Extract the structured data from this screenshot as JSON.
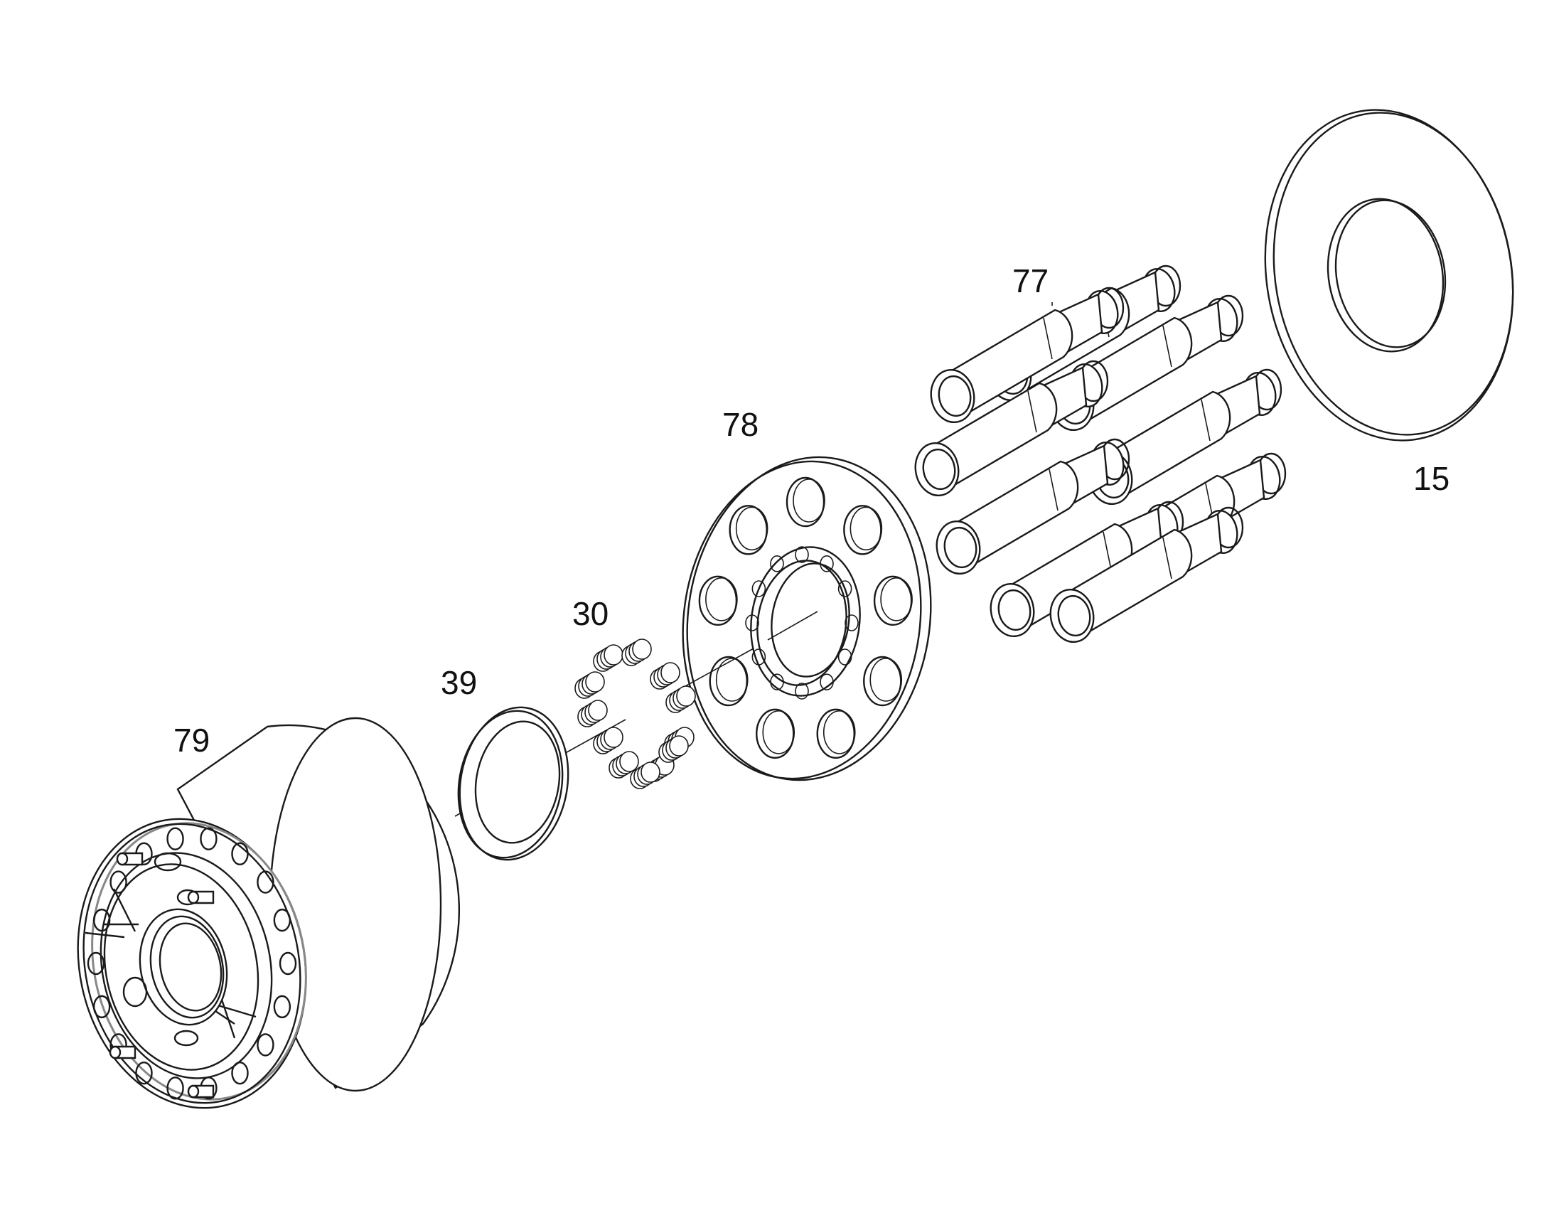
{
  "callouts": {
    "c15": "15",
    "c30": "30",
    "c39": "39",
    "c77": "77",
    "c78": "78",
    "c79": "79"
  },
  "colors": {
    "line": "#1a1a1a",
    "background": "#ffffff"
  }
}
